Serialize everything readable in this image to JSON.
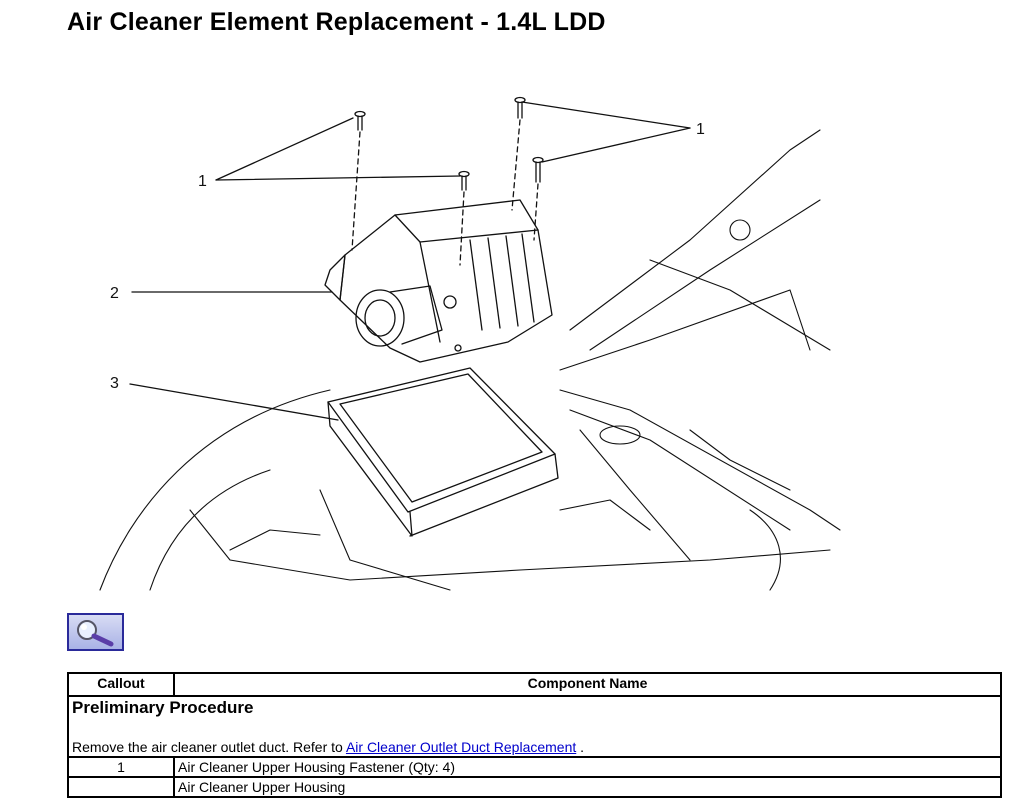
{
  "page": {
    "title": "Air Cleaner Element Replacement - 1.4L LDD"
  },
  "figure": {
    "callout_labels": [
      "1",
      "1",
      "2",
      "3"
    ]
  },
  "zoom": {
    "icon": "magnifier-icon"
  },
  "table": {
    "headers": {
      "callout": "Callout",
      "component": "Component Name"
    },
    "preliminary": {
      "heading": "Preliminary Procedure",
      "text_before": "Remove the air cleaner outlet duct. Refer to",
      "link_text": "Air Cleaner Outlet Duct Replacement",
      "text_after": "."
    },
    "rows": [
      {
        "callout": "1",
        "component": "Air Cleaner Upper Housing Fastener (Qty: 4)"
      },
      {
        "callout": "",
        "component": "Air Cleaner Upper Housing"
      }
    ]
  }
}
